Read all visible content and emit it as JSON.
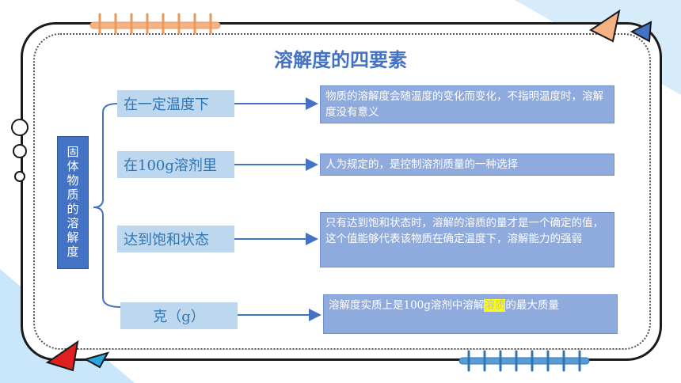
{
  "title": "溶解度的四要素",
  "root_label": "固体物质的溶解度",
  "rows": [
    {
      "label": "在一定温度下",
      "desc": "物质的溶解度会随温度的变化而变化，不指明温度时，溶解度没有意义"
    },
    {
      "label": "在100g溶剂里",
      "desc": "人为规定的，是控制溶剂质量的一种选择"
    },
    {
      "label": "达到饱和状态",
      "desc": "只有达到饱和状态时，溶解的溶质的量才是一个确定的值，这个值能够代表该物质在确定温度下，溶解能力的强弱"
    },
    {
      "label": "克（g）",
      "desc_pre": "溶解度实质上是100g溶剂中溶解",
      "desc_hl": "溶质",
      "desc_post": "的最大质量"
    }
  ],
  "colors": {
    "accent": "#4472c4",
    "light_box": "#bdd7ee",
    "desc_box": "#8faadc",
    "highlight": "#ffff00"
  }
}
